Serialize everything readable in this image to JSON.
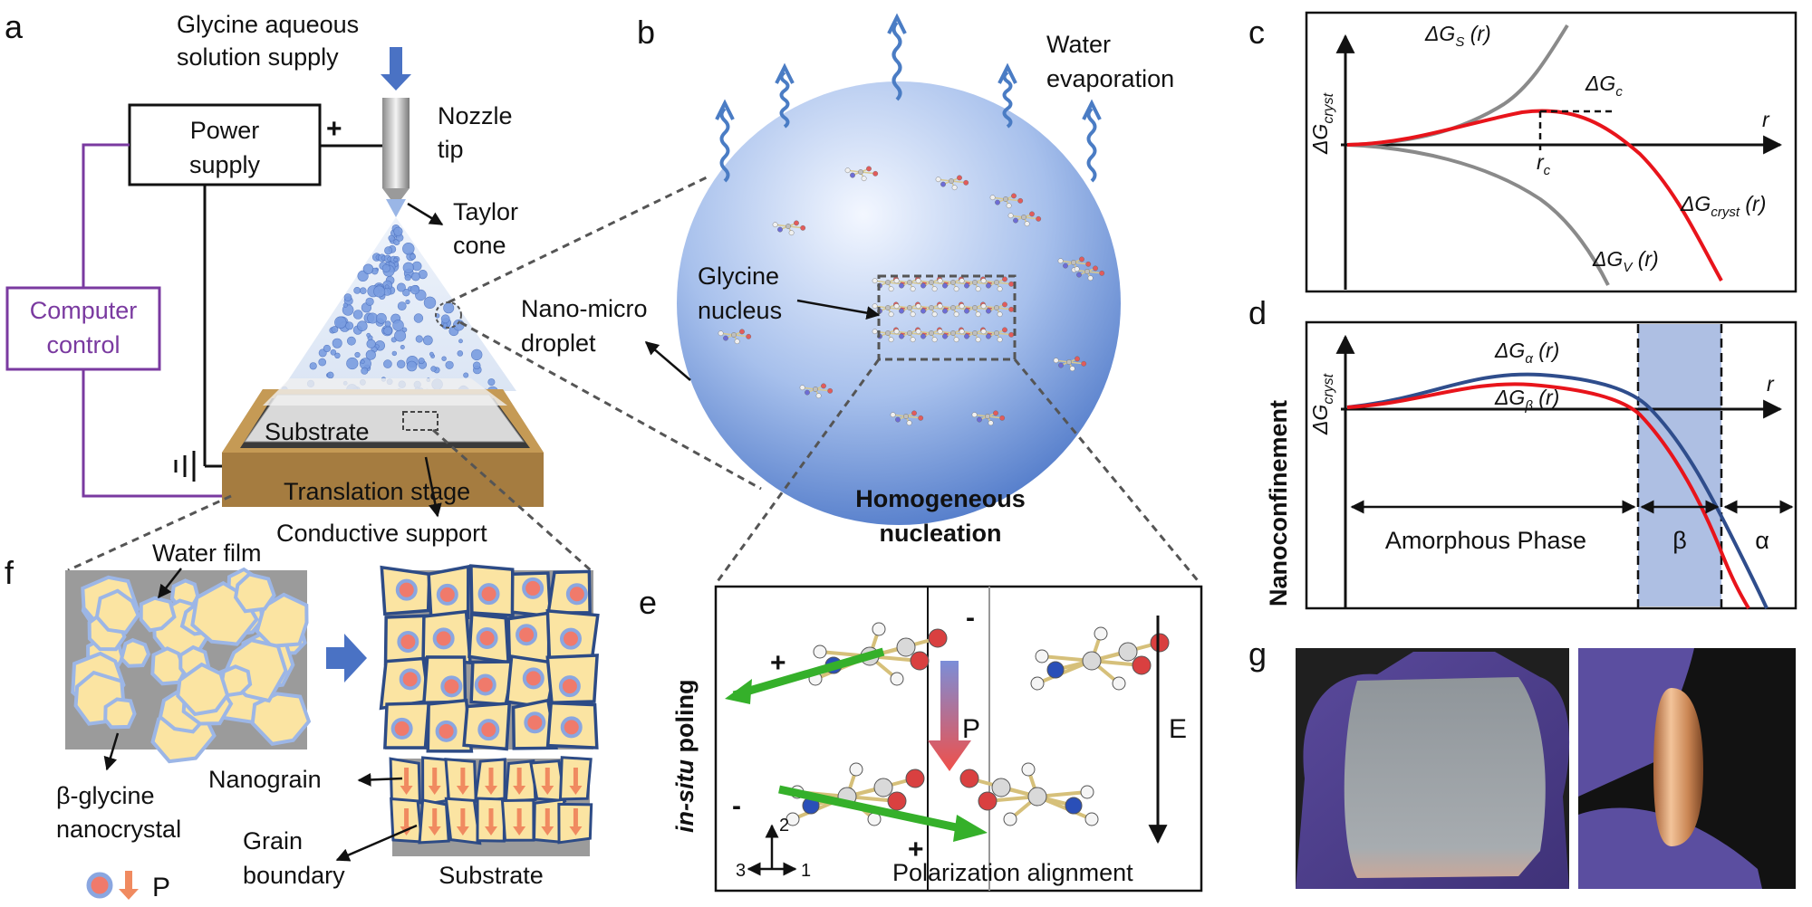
{
  "panels": {
    "a": {
      "letter": "a",
      "supply_line1": "Glycine aqueous",
      "supply_line2": "solution supply",
      "power_line1": "Power",
      "power_line2": "supply",
      "plus": "+",
      "nozzle_line1": "Nozzle",
      "nozzle_line2": "tip",
      "taylor_line1": "Taylor",
      "taylor_line2": "cone",
      "computer_line1": "Computer",
      "computer_line2": "control",
      "substrate": "Substrate",
      "translation": "Translation stage",
      "conductive": "Conductive support"
    },
    "b": {
      "letter": "b",
      "water_line1": "Water",
      "water_line2": "evaporation",
      "nucleus_line1": "Glycine",
      "nucleus_line2": "nucleus",
      "droplet_line1": "Nano-micro",
      "droplet_line2": "droplet",
      "homog_line1": "Homogeneous",
      "homog_line2": "nucleation"
    },
    "c": {
      "letter": "c",
      "ylabel_main": "ΔG",
      "ylabel_sub": "cryst",
      "xlabel": "r",
      "gs_main": "ΔG",
      "gs_sub": "S",
      "gs_tail": " (r)",
      "gc_main": "ΔG",
      "gc_sub": "c",
      "rc_main": "r",
      "rc_sub": "c",
      "gcryst_main": "ΔG",
      "gcryst_sub": "cryst",
      "gcryst_tail": " (r)",
      "gv_main": "ΔG",
      "gv_sub": "V",
      "gv_tail": " (r)"
    },
    "d": {
      "letter": "d",
      "side_label": "Nanoconfinement",
      "ylabel_main": "ΔG",
      "ylabel_sub": "cryst",
      "xlabel": "r",
      "ga_main": "ΔG",
      "ga_sub": "α",
      "ga_tail": " (r)",
      "gb_main": "ΔG",
      "gb_sub": "β",
      "gb_tail": " (r)",
      "amorphous": "Amorphous Phase",
      "beta": "β",
      "alpha": "α"
    },
    "e": {
      "letter": "e",
      "poling_italic": "in-situ",
      "poling_rest": " poling",
      "plus": "+",
      "minus": "-",
      "P": "P",
      "E": "E",
      "axis_1": "1",
      "axis_2": "2",
      "axis_3": "3",
      "alignment": "Polarization alignment"
    },
    "f": {
      "letter": "f",
      "water_film": "Water film",
      "beta_line1": "β-glycine",
      "beta_line2": "nanocrystal",
      "nanograin": "Nanograin",
      "grain_line1": "Grain",
      "grain_line2": "boundary",
      "substrate": "Substrate",
      "P": "P"
    },
    "g": {
      "letter": "g"
    }
  },
  "colors": {
    "red_curve": "#e8141b",
    "gray_curve": "#8a8a8a",
    "blue_curve": "#2f4d8c",
    "purple_box": "#7a3aa0",
    "shade": "#aebfe3",
    "droplet": "#5d86cf",
    "grain": "#fbe4a2",
    "grain_edge": "#2d4b86"
  }
}
